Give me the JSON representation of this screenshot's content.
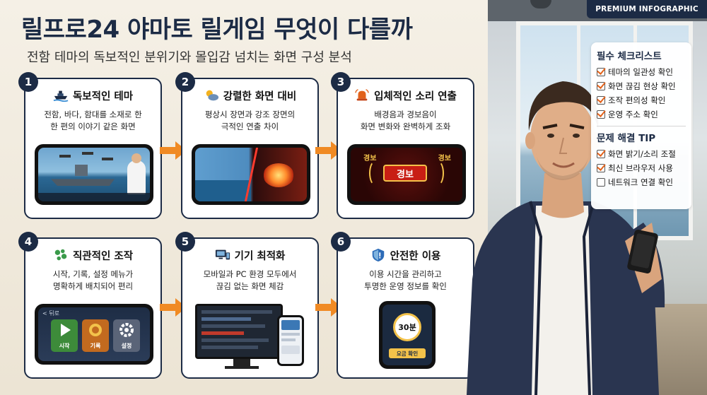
{
  "badge": "PREMIUM INFOGRAPHIC",
  "title": "릴프로24 야마토 릴게임 무엇이 다를까",
  "subtitle": "전함 테마의 독보적인 분위기와 몰입감 넘치는 화면 구성 분석",
  "cards": [
    {
      "num": "1",
      "title": "독보적인 테마",
      "icon": "battleship-icon",
      "desc": [
        "전함, 바다, 함대를 소재로 한",
        "한 편의 이야기 같은 화면"
      ]
    },
    {
      "num": "2",
      "title": "강렬한 화면 대비",
      "icon": "sun-cloud-icon",
      "desc": [
        "평상시 장면과 강조 장면의",
        "극적인 연출 차이"
      ]
    },
    {
      "num": "3",
      "title": "입체적인 소리 연출",
      "icon": "alarm-bell-icon",
      "desc": [
        "배경음과 경보음이",
        "화면 변화와 완벽하게 조화"
      ]
    },
    {
      "num": "4",
      "title": "직관적인 조작",
      "icon": "gamepad-icon",
      "desc": [
        "시작, 기록, 설정 메뉴가",
        "명확하게 배치되어 편리"
      ]
    },
    {
      "num": "5",
      "title": "기기 최적화",
      "icon": "devices-icon",
      "desc": [
        "모바일과 PC 환경 모두에서",
        "끊김 없는 화면 체감"
      ]
    },
    {
      "num": "6",
      "title": "안전한 이용",
      "icon": "shield-icon",
      "desc": [
        "이용 시간을 관리하고",
        "투명한 운영 정보를 확인"
      ]
    }
  ],
  "screen3": {
    "alarm": "경보",
    "tag_left": "경보",
    "tag_right": "경보"
  },
  "screen4": {
    "back": "< 뒤로",
    "tiles": [
      "시작",
      "기록",
      "설정"
    ]
  },
  "screen6": {
    "timer": "30분",
    "confirm": "요금 확인"
  },
  "checklist": {
    "title": "필수 체크리스트",
    "items": [
      {
        "label": "테마의 일관성 확인",
        "checked": true
      },
      {
        "label": "화면 끊김 현상 확인",
        "checked": true
      },
      {
        "label": "조작 편의성 확인",
        "checked": true
      },
      {
        "label": "운영 주소 확인",
        "checked": true
      }
    ],
    "tip_title": "문제 해결 TIP",
    "tips": [
      {
        "label": "화면 밝기/소리 조절",
        "checked": true
      },
      {
        "label": "최신 브라우저 사용",
        "checked": true
      },
      {
        "label": "네트워크 연결 확인",
        "checked": false
      }
    ]
  },
  "colors": {
    "navy": "#1c2b45",
    "accent_orange": "#f08a24",
    "check_orange": "#e2621b",
    "gold": "#f3c24a"
  }
}
